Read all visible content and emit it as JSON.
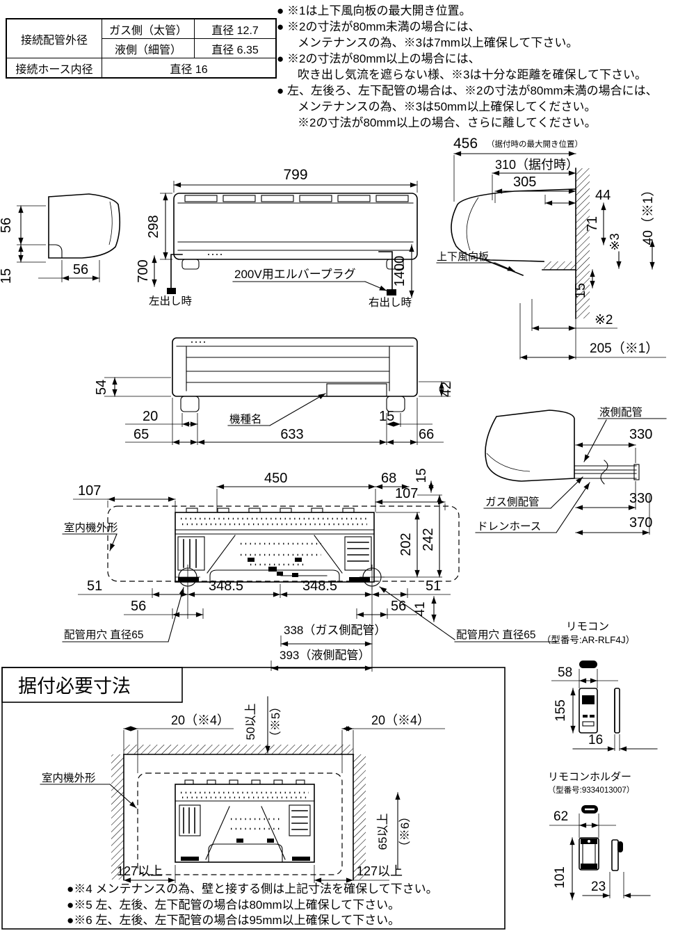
{
  "table": {
    "pipe_outer_label": "接続配管外径",
    "gas_label": "ガス側（太管）",
    "gas_value": "直径 12.7",
    "liquid_label": "液側（細管）",
    "liquid_value": "直径 6.35",
    "hose_label": "接続ホース内径",
    "hose_value": "直径 16"
  },
  "notes_top": {
    "n1": "● ※1は上下風向板の最大開き位置。",
    "n2a": "● ※2の寸法が80mm未満の場合には、",
    "n2b": "メンテナンスの為、※3は7mm以上確保して下さい。",
    "n3a": "● ※2の寸法が80mm以上の場合には、",
    "n3b": "吹き出し気流を遮らない様、※3は十分な距離を確保して下さい。",
    "n4a": "● 左、左後ろ、左下配管の場合は、※2の寸法が80mm未満の場合には、",
    "n4b": "メンテナンスの為、※3は50mm以上確保してください。",
    "n4c": "※2の寸法が80mm以上の場合、さらに離してください。"
  },
  "side_left_view": {
    "d56v": "56",
    "d15": "15",
    "d56h": "56"
  },
  "front_view": {
    "d799": "799",
    "d298": "298",
    "d700": "700",
    "d1400": "1400",
    "plug": "200V用エルバープラグ",
    "left_out": "左出し時",
    "right_out": "右出し時"
  },
  "right_side_view": {
    "d456": "456",
    "d456_note": "（据付時の最大開き位置）",
    "d310": "310（据付時）",
    "d305": "305",
    "d44": "44",
    "d71": "71",
    "s3": "※3",
    "d40": "40（※1）",
    "louver": "上下風向板",
    "d15": "15",
    "s2": "※2",
    "d205": "205（※1）"
  },
  "bottom_view": {
    "d54": "54",
    "d42": "42",
    "d20": "20",
    "d65": "65",
    "d633": "633",
    "d15": "15",
    "d66": "66",
    "model": "機種名"
  },
  "piping_view": {
    "liquid": "液側配管",
    "d330a": "330",
    "gas": "ガス側配管",
    "d330b": "330",
    "drain": "ドレンホース",
    "d370": "370"
  },
  "rear_view": {
    "d450": "450",
    "d68": "68",
    "d15": "15",
    "d107l": "107",
    "d107r": "107",
    "outline": "室内機外形",
    "d202": "202",
    "d242": "242",
    "d51l": "51",
    "d348l": "348.5",
    "d348r": "348.5",
    "d51r": "51",
    "d56l": "56",
    "d56r": "56",
    "d41": "41",
    "hole_l": "配管用穴 直径65",
    "hole_r": "配管用穴 直径65",
    "d338": "338（ガス側配管）",
    "d393": "393（液側配管）"
  },
  "install_view": {
    "title": "据付必要寸法",
    "d20l": "20（※4）",
    "d20r": "20（※4）",
    "d50": "50以上",
    "d50n": "（※5）",
    "d65": "65以上",
    "d65n": "（※6）",
    "d127l": "127以上",
    "d127r": "127以上",
    "outline": "室内機外形",
    "note4": "●※4 メンテナンスの為、壁と接する側は上記寸法を確保して下さい。",
    "note5": "●※5 左、左後、左下配管の場合は80mm以上確保して下さい。",
    "note6": "●※6 左、左後、左下配管の場合は95mm以上確保して下さい。"
  },
  "remote": {
    "title": "リモコン",
    "model": "（型番号:AR-RLF4J）",
    "d58": "58",
    "d155": "155",
    "d16": "16"
  },
  "holder": {
    "title": "リモコンホルダー",
    "model": "（型番号:9334013007）",
    "d62": "62",
    "d101": "101",
    "d23": "23"
  }
}
